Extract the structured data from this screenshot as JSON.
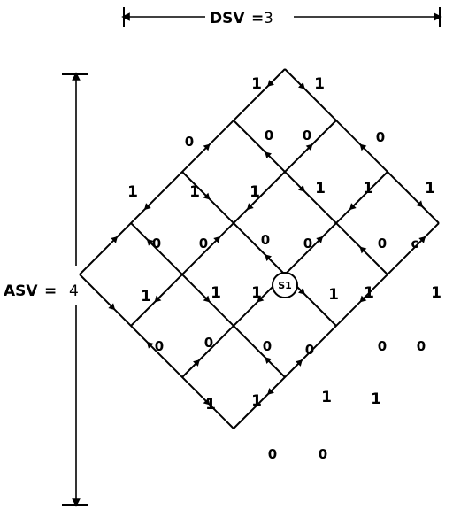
{
  "top_dimension": {
    "label": "DSV",
    "equals": "=",
    "value": "3"
  },
  "left_dimension": {
    "label": "ASV",
    "equals": "=",
    "value": "4"
  },
  "center_node": {
    "label": "S1"
  },
  "edge_labels": [
    "1",
    "1",
    "0",
    "0",
    "0",
    "0",
    "1",
    "1",
    "1",
    "1",
    "1",
    "1",
    "0",
    "0",
    "0",
    "0",
    "0",
    "c",
    "1",
    "1",
    "1",
    "1",
    "1",
    "1",
    "0",
    "0",
    "0",
    "0",
    "0",
    "0",
    "1",
    "1",
    "1",
    "1",
    "0",
    "0"
  ]
}
